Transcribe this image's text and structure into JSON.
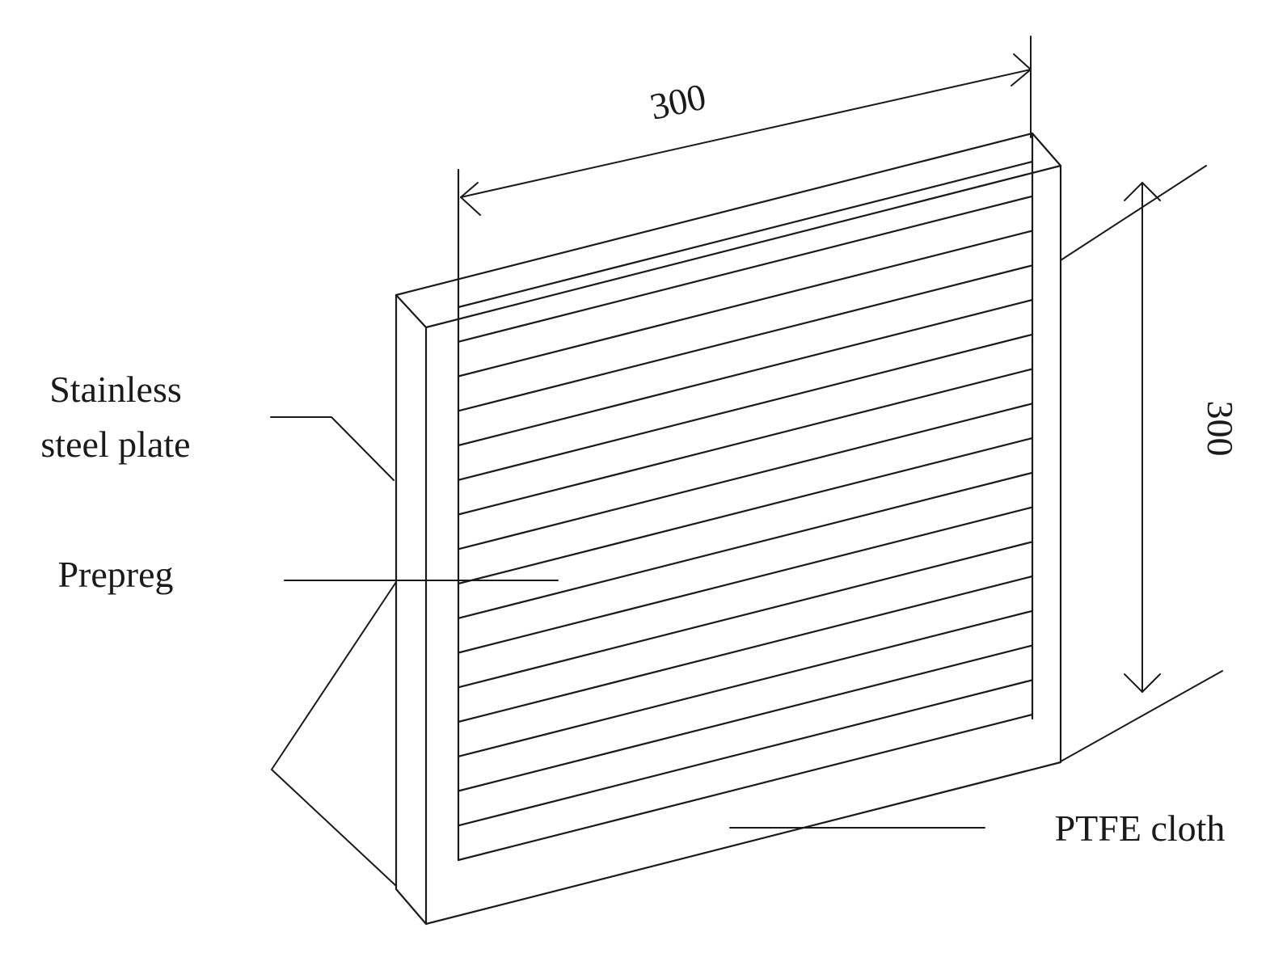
{
  "labels": {
    "stainless_line1": "Stainless",
    "stainless_line2": "steel plate",
    "prepreg": "Prepreg",
    "ptfe": "PTFE cloth"
  },
  "dimensions": {
    "width": "300",
    "height": "300"
  },
  "prepreg_layer_count": 17
}
